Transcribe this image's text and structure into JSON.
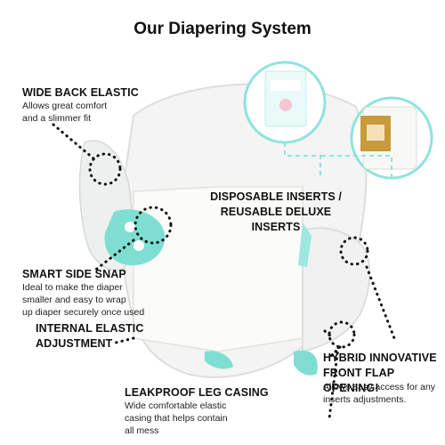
{
  "title": "Our Diapering System",
  "labels": {
    "back_elastic": {
      "heading": "WIDE BACK ELASTIC",
      "desc": "Allows great comfort\nand a slimmer fit"
    },
    "inserts": {
      "heading": "DISPOSABLE INSERTS /\nREUSABLE DELUXE INSERTS"
    },
    "side_snap": {
      "heading": "SMART SIDE SNAP",
      "desc": "Ideal to make the diaper\nsmaller and easy to wrap\nup diaper securely once used"
    },
    "internal_elastic": {
      "heading": "INTERNAL ELASTIC\nADJUSTMENT"
    },
    "hybrid": {
      "heading": "HYBRID INNOVATIVE\nFRONT FLAP OPENING!",
      "desc": "Allows easy access for any\ninserts adjustments."
    },
    "leg_casing": {
      "heading": "LEAKPROOF LEG CASING",
      "desc": "Wide comfortable elastic\ncasing that helps contain\nall mess"
    }
  },
  "colors": {
    "accent": "#8fe3dc",
    "mint": "#7fded2",
    "text": "#111111"
  },
  "icons": [
    "disposable-insert-pack-image",
    "deluxe-insert-image",
    "diaper-image"
  ]
}
